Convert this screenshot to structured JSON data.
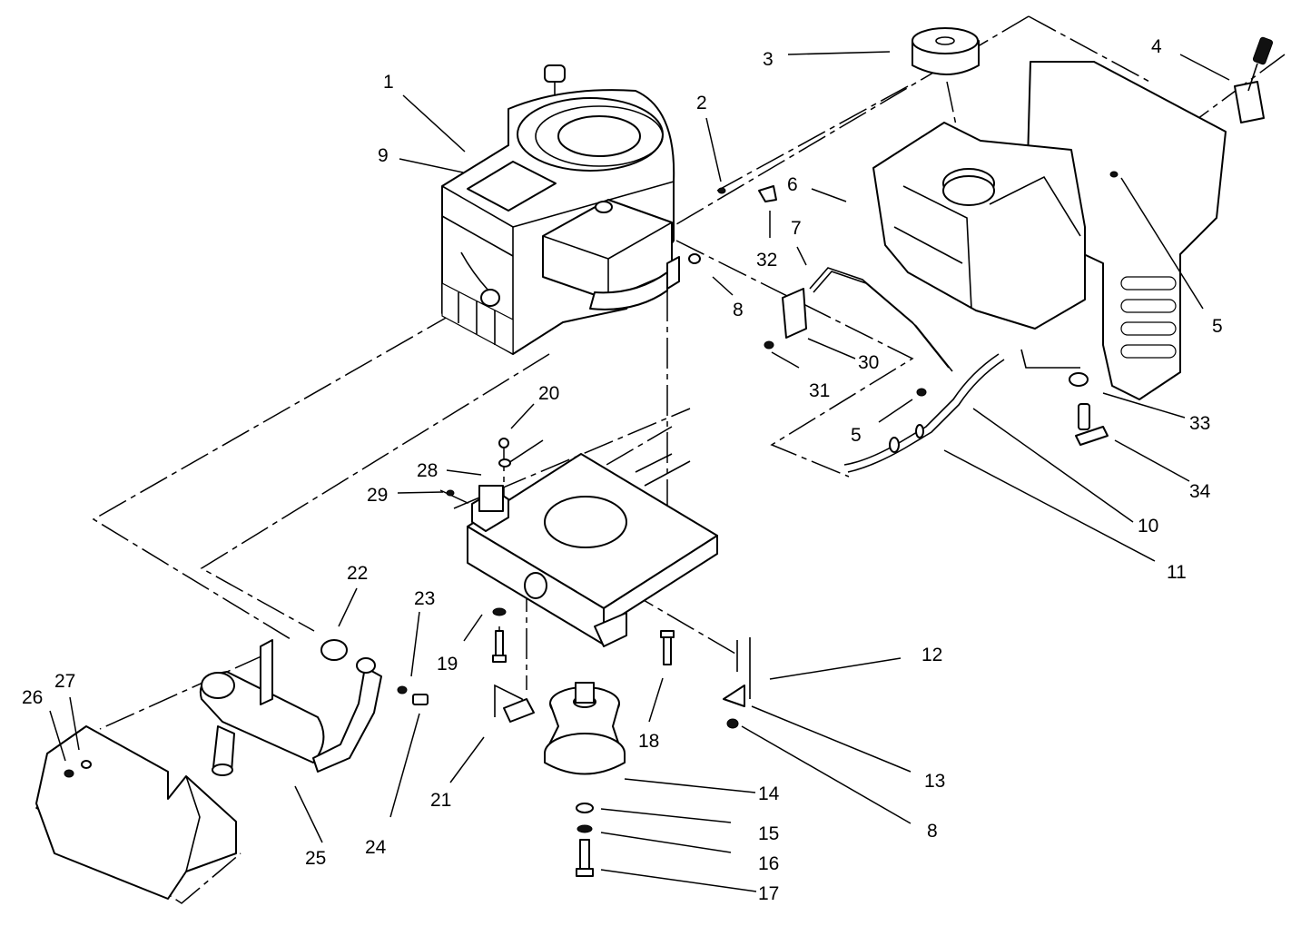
{
  "diagram": {
    "callouts": [
      {
        "id": "c1",
        "text": "1"
      },
      {
        "id": "c2",
        "text": "2"
      },
      {
        "id": "c3",
        "text": "3"
      },
      {
        "id": "c4",
        "text": "4"
      },
      {
        "id": "c5a",
        "text": "5"
      },
      {
        "id": "c5b",
        "text": "5"
      },
      {
        "id": "c6",
        "text": "6"
      },
      {
        "id": "c7",
        "text": "7"
      },
      {
        "id": "c8a",
        "text": "8"
      },
      {
        "id": "c8b",
        "text": "8"
      },
      {
        "id": "c9",
        "text": "9"
      },
      {
        "id": "c10",
        "text": "10"
      },
      {
        "id": "c11",
        "text": "11"
      },
      {
        "id": "c12",
        "text": "12"
      },
      {
        "id": "c13",
        "text": "13"
      },
      {
        "id": "c14",
        "text": "14"
      },
      {
        "id": "c15",
        "text": "15"
      },
      {
        "id": "c16",
        "text": "16"
      },
      {
        "id": "c17",
        "text": "17"
      },
      {
        "id": "c18",
        "text": "18"
      },
      {
        "id": "c19",
        "text": "19"
      },
      {
        "id": "c20",
        "text": "20"
      },
      {
        "id": "c21",
        "text": "21"
      },
      {
        "id": "c22",
        "text": "22"
      },
      {
        "id": "c23",
        "text": "23"
      },
      {
        "id": "c24",
        "text": "24"
      },
      {
        "id": "c25",
        "text": "25"
      },
      {
        "id": "c26",
        "text": "26"
      },
      {
        "id": "c27",
        "text": "27"
      },
      {
        "id": "c28",
        "text": "28"
      },
      {
        "id": "c29",
        "text": "29"
      },
      {
        "id": "c30",
        "text": "30"
      },
      {
        "id": "c31",
        "text": "31"
      },
      {
        "id": "c32",
        "text": "32"
      },
      {
        "id": "c33",
        "text": "33"
      },
      {
        "id": "c34",
        "text": "34"
      }
    ]
  }
}
